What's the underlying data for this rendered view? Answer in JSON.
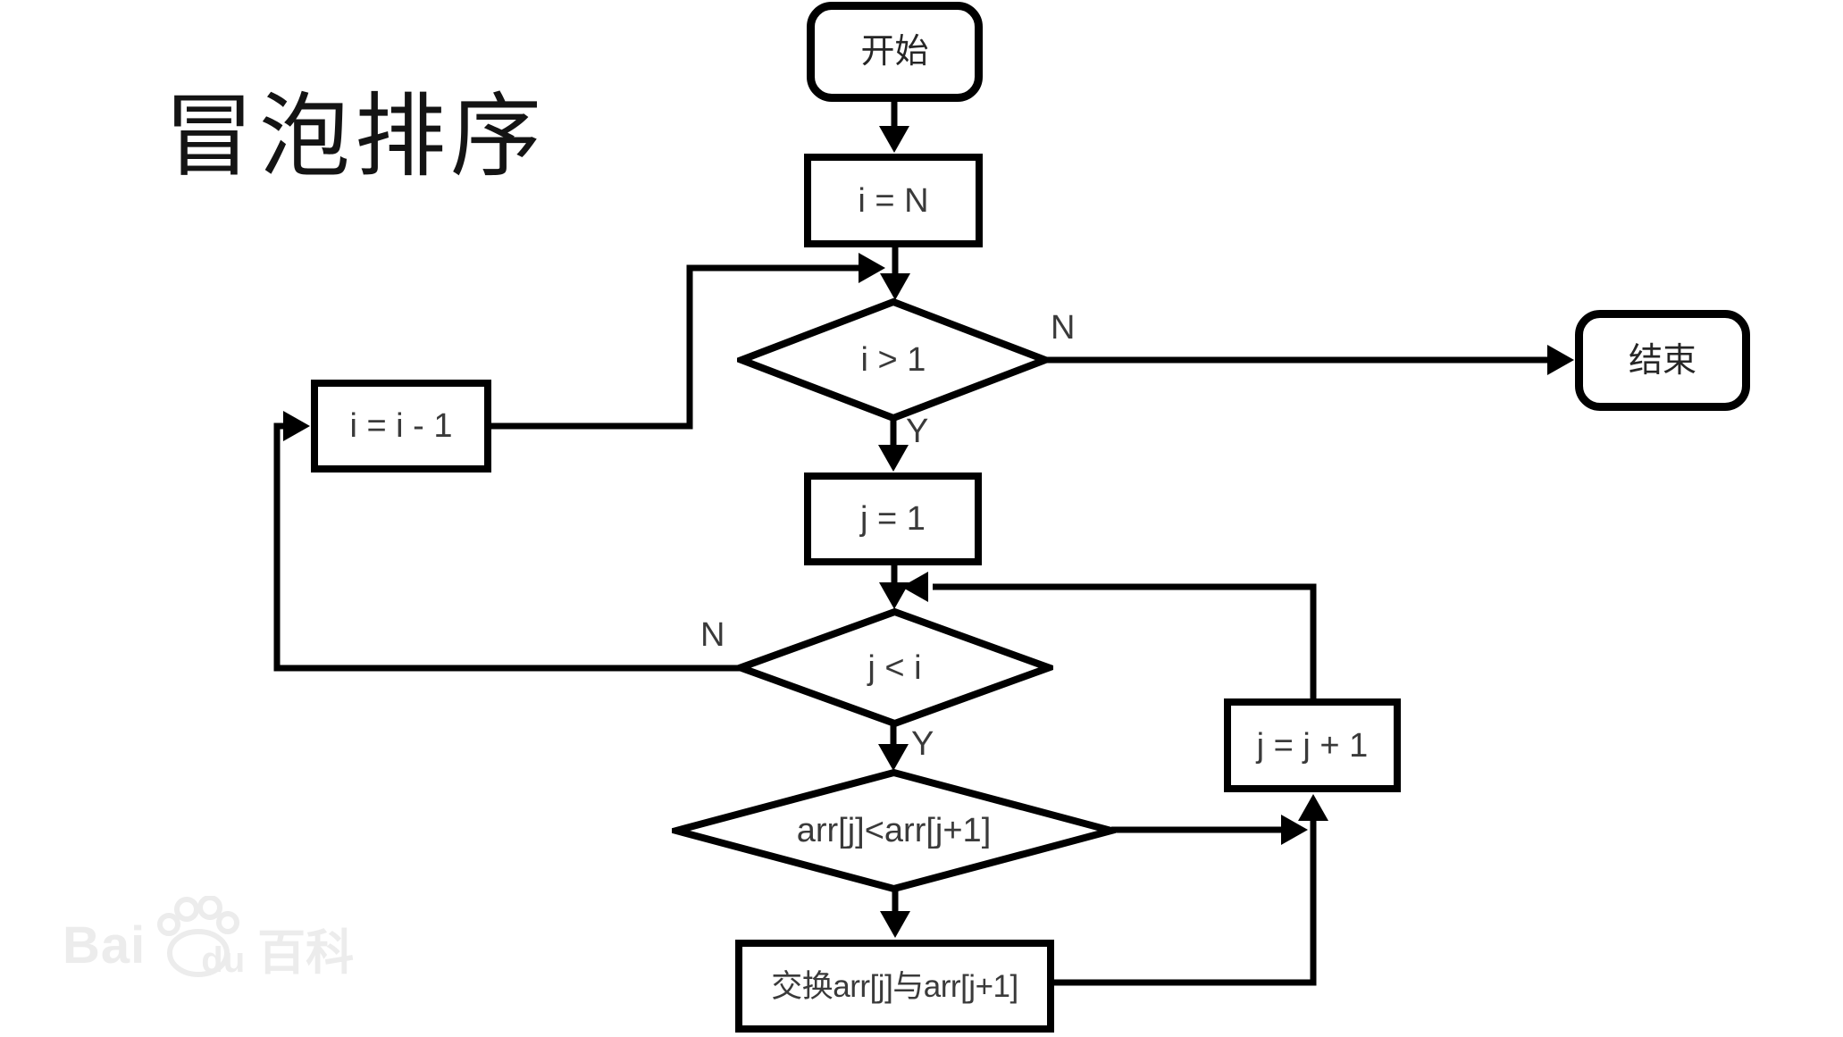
{
  "title": "冒泡排序",
  "colors": {
    "background": "#ffffff",
    "line": "#000000",
    "node_text": "#3a3a3a",
    "watermark": "#ececec"
  },
  "nodes": {
    "start": {
      "label": "开始",
      "type": "terminator"
    },
    "init_i": {
      "label": "i = N",
      "type": "process"
    },
    "cond_i": {
      "label": "i > 1",
      "type": "decision"
    },
    "end": {
      "label": "结束",
      "type": "terminator"
    },
    "dec_i": {
      "label": "i = i - 1",
      "type": "process"
    },
    "init_j": {
      "label": "j = 1",
      "type": "process"
    },
    "cond_j": {
      "label": "j < i",
      "type": "decision"
    },
    "cond_arr": {
      "label": "arr[j]<arr[j+1]",
      "type": "decision"
    },
    "swap": {
      "label": "交换arr[j]与arr[j+1]",
      "type": "process"
    },
    "inc_j": {
      "label": "j = j + 1",
      "type": "process"
    }
  },
  "edge_labels": {
    "cond_i_no": "N",
    "cond_i_yes": "Y",
    "cond_j_no": "N",
    "cond_j_yes": "Y"
  },
  "watermark": {
    "part_bai": "Bai",
    "part_du": "du",
    "part_baike": "百科",
    "icon": "baidu-paw-icon"
  }
}
